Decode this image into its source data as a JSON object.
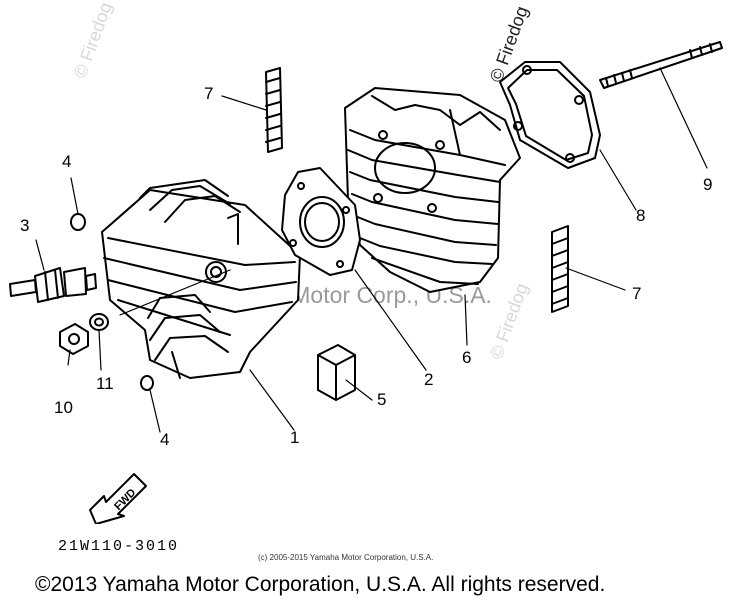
{
  "watermark_site": "© Firedog",
  "watermark_main": "© Yamaha Motor Corp., U.S.A.",
  "callouts": {
    "p1": "1",
    "p2": "2",
    "p3": "3",
    "p4a": "4",
    "p4b": "4",
    "p5": "5",
    "p6": "6",
    "p7a": "7",
    "p7b": "7",
    "p8": "8",
    "p9": "9",
    "p10": "10",
    "p11": "11"
  },
  "fwd_label": "FWD",
  "diagram_code": "21W110-3010",
  "small_copyright": "(c) 2005-2015 Yamaha Motor Corporation, U.S.A.",
  "footer": "©2013 Yamaha Motor Corporation, U.S.A. All rights reserved."
}
